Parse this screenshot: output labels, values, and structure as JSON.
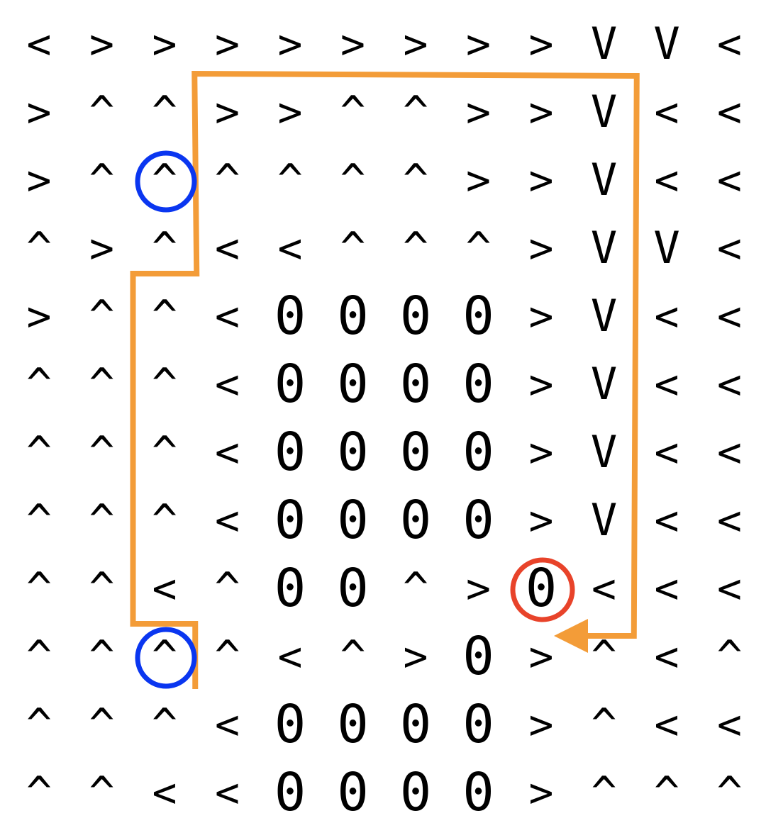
{
  "grid": [
    [
      "<",
      ">",
      ">",
      ">",
      ">",
      ">",
      ">",
      ">",
      ">",
      "V",
      "V",
      "<"
    ],
    [
      ">",
      "^",
      "^",
      ">",
      ">",
      "^",
      "^",
      ">",
      ">",
      "V",
      "<",
      "<"
    ],
    [
      ">",
      "^",
      "^",
      "^",
      "^",
      "^",
      "^",
      ">",
      ">",
      "V",
      "<",
      "<"
    ],
    [
      "^",
      ">",
      "^",
      "<",
      "<",
      "^",
      "^",
      "^",
      ">",
      "V",
      "V",
      "<"
    ],
    [
      ">",
      "^",
      "^",
      "<",
      "0",
      "0",
      "0",
      "0",
      ">",
      "V",
      "<",
      "<"
    ],
    [
      "^",
      "^",
      "^",
      "<",
      "0",
      "0",
      "0",
      "0",
      ">",
      "V",
      "<",
      "<"
    ],
    [
      "^",
      "^",
      "^",
      "<",
      "0",
      "0",
      "0",
      "0",
      ">",
      "V",
      "<",
      "<"
    ],
    [
      "^",
      "^",
      "^",
      "<",
      "0",
      "0",
      "0",
      "0",
      ">",
      "V",
      "<",
      "<"
    ],
    [
      "^",
      "^",
      "<",
      "^",
      "0",
      "0",
      "^",
      ">",
      "0",
      "<",
      "<",
      "<"
    ],
    [
      "^",
      "^",
      "^",
      "^",
      "<",
      "^",
      ">",
      "0",
      ">",
      "^",
      "<",
      "^"
    ],
    [
      "^",
      "^",
      "^",
      "<",
      "0",
      "0",
      "0",
      "0",
      ">",
      "^",
      "<",
      "<"
    ],
    [
      "^",
      "^",
      "<",
      "<",
      "0",
      "0",
      "0",
      "0",
      ">",
      "^",
      "^",
      "^"
    ]
  ],
  "markers": {
    "blue_circles": [
      [
        2,
        2
      ],
      [
        9,
        2
      ]
    ],
    "red_circle": [
      8,
      8
    ]
  },
  "path": {
    "color": "#f39c38",
    "cells": [
      [
        9,
        2
      ],
      [
        8,
        2
      ],
      [
        7,
        2
      ],
      [
        6,
        2
      ],
      [
        5,
        2
      ],
      [
        4,
        2
      ],
      [
        3,
        2
      ],
      [
        2,
        2
      ],
      [
        1,
        2
      ],
      [
        1,
        3
      ],
      [
        1,
        4
      ],
      [
        1,
        5
      ],
      [
        1,
        6
      ],
      [
        1,
        7
      ],
      [
        1,
        8
      ],
      [
        1,
        9
      ],
      [
        2,
        9
      ],
      [
        3,
        9
      ],
      [
        4,
        9
      ],
      [
        5,
        9
      ],
      [
        6,
        9
      ],
      [
        7,
        9
      ],
      [
        8,
        9
      ],
      [
        9,
        9
      ],
      [
        9,
        8
      ]
    ]
  },
  "colors": {
    "blue": "#0a36f0",
    "red": "#e8432a",
    "text": "#000000"
  }
}
